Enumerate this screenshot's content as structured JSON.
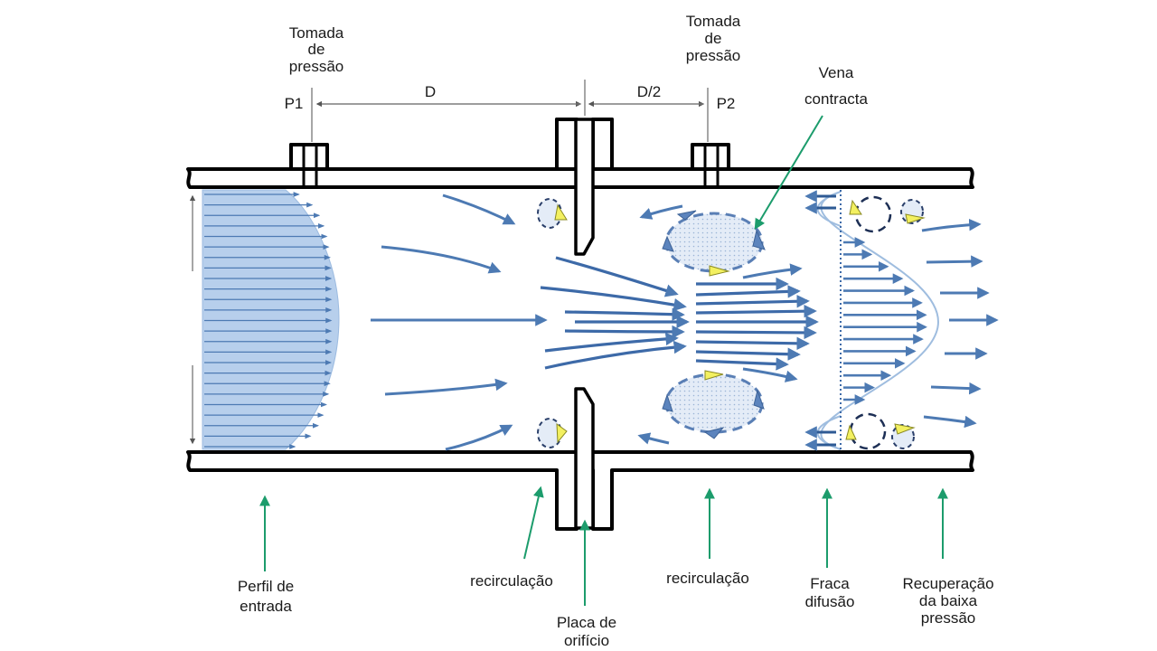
{
  "title": "",
  "labels": {
    "tap_left": [
      "Tomada",
      "de",
      "pressão"
    ],
    "tap_right": [
      "Tomada",
      "de",
      "pressão"
    ],
    "p1": "P1",
    "p2": "P2",
    "dim_d": "D",
    "dim_d2": "D/2",
    "vena_contracta": [
      "Vena",
      "contracta"
    ],
    "inlet_profile": [
      "Perfil de",
      "entrada"
    ],
    "recirc_left": "recirculação",
    "orifice_plate": [
      "Placa de",
      "orifício"
    ],
    "recirc_right": "recirculação",
    "weak_diffusion": [
      "Fraca",
      "difusão"
    ],
    "low_pressure_recovery": [
      "Recuperação",
      "da baixa",
      "pressão"
    ]
  },
  "colors": {
    "flow_arrow": "#4d7ab3",
    "inlet_profile_fill": "#b7cfec",
    "callout_line": "#1c9c6c",
    "eddy_marker": "#f3f060",
    "pipe_wall": "#000000"
  }
}
